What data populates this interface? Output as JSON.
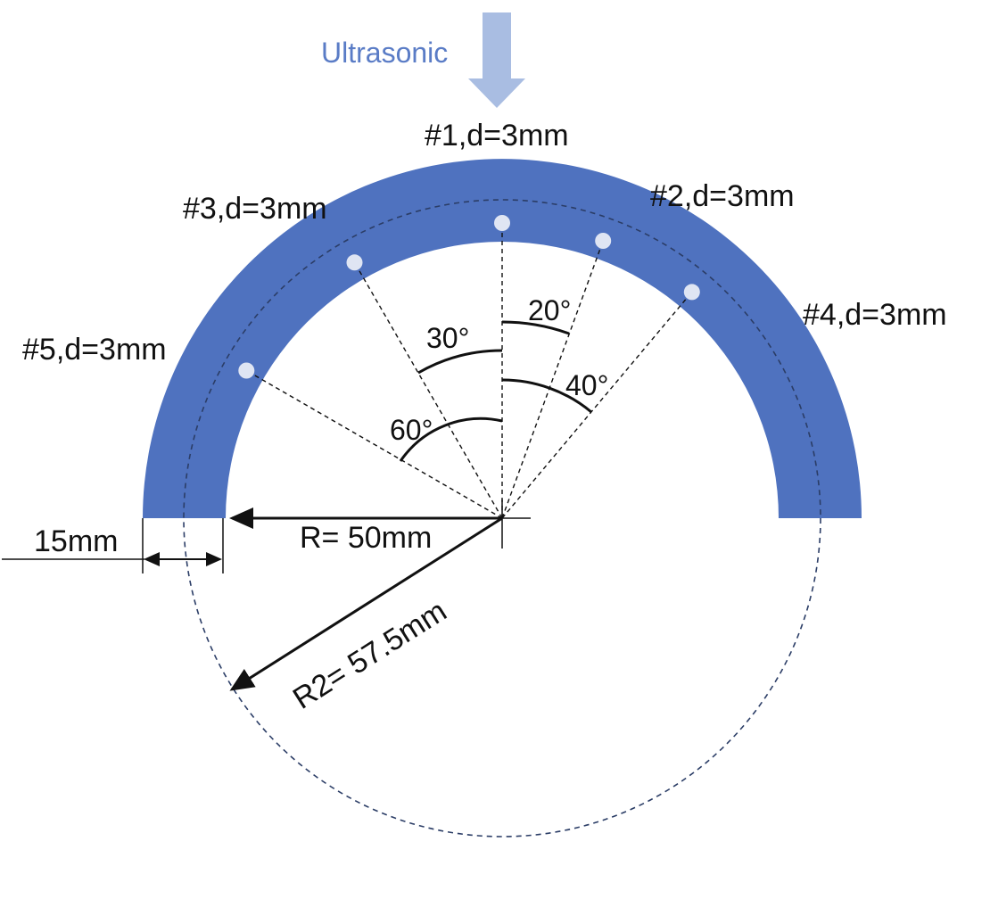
{
  "colors": {
    "ring": "#4f72bf",
    "arrow": "#a9bde2",
    "ultrasonic_text": "#5a7cc6",
    "hole": "#dfe5f3",
    "line": "#111111",
    "dashed_circle": "#2b3d66"
  },
  "ultrasonic_label": "Ultrasonic",
  "holes": [
    {
      "id": "#1",
      "label": "#1,d=3mm",
      "angle_deg": 0
    },
    {
      "id": "#2",
      "label": "#2,d=3mm",
      "angle_deg": 20
    },
    {
      "id": "#3",
      "label": "#3,d=3mm",
      "angle_deg": -30
    },
    {
      "id": "#4",
      "label": "#4,d=3mm",
      "angle_deg": 40
    },
    {
      "id": "#5",
      "label": "#5,d=3mm",
      "angle_deg": -60
    }
  ],
  "angle_labels": {
    "a20": "20°",
    "a30": "30°",
    "a40": "40°",
    "a60": "60°"
  },
  "dimensions": {
    "radius_label": "R= 50mm",
    "radius2_label": "R2= 57.5mm",
    "thickness_label": "15mm"
  }
}
